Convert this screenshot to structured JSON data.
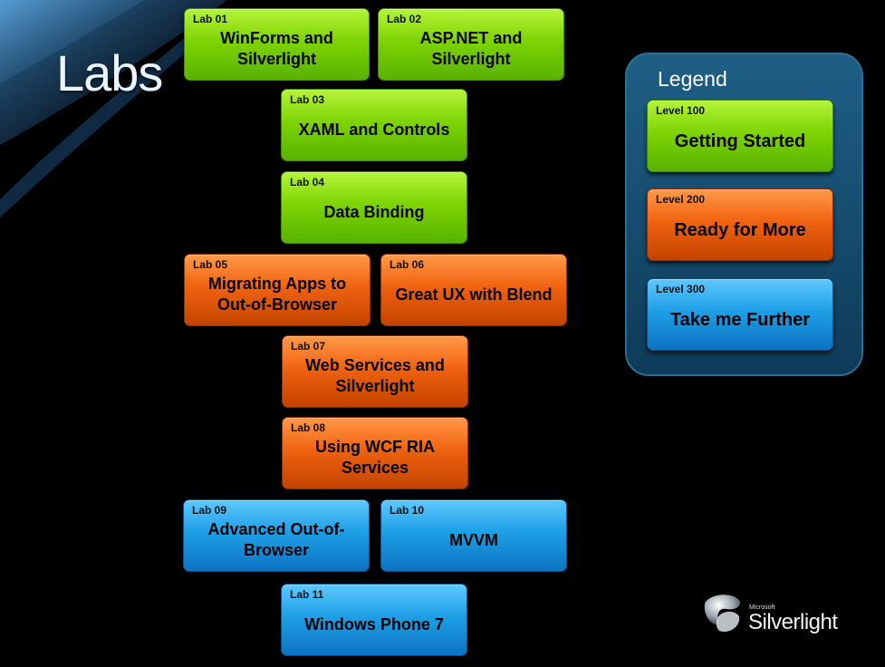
{
  "title": "Labs",
  "labs": [
    {
      "tag": "Lab 01",
      "name": "WinForms and Silverlight",
      "level": "100"
    },
    {
      "tag": "Lab 02",
      "name": "ASP.NET and Silverlight",
      "level": "100"
    },
    {
      "tag": "Lab 03",
      "name": "XAML and Controls",
      "level": "100"
    },
    {
      "tag": "Lab 04",
      "name": "Data Binding",
      "level": "100"
    },
    {
      "tag": "Lab 05",
      "name": "Migrating Apps to Out-of-Browser",
      "level": "200"
    },
    {
      "tag": "Lab 06",
      "name": "Great UX with Blend",
      "level": "200"
    },
    {
      "tag": "Lab 07",
      "name": "Web Services and Silverlight",
      "level": "200"
    },
    {
      "tag": "Lab 08",
      "name": "Using WCF RIA Services",
      "level": "200"
    },
    {
      "tag": "Lab 09",
      "name": "Advanced Out-of-Browser",
      "level": "300"
    },
    {
      "tag": "Lab 10",
      "name": "MVVM",
      "level": "300"
    },
    {
      "tag": "Lab 11",
      "name": "Windows Phone 7",
      "level": "300"
    }
  ],
  "legend": {
    "title": "Legend",
    "items": [
      {
        "tag": "Level 100",
        "name": "Getting Started",
        "color": "#7ed404"
      },
      {
        "tag": "Level 200",
        "name": "Ready for More",
        "color": "#f06310"
      },
      {
        "tag": "Level 300",
        "name": "Take me Further",
        "color": "#1e9fe6"
      }
    ]
  },
  "logo": {
    "vendor": "Microsoft",
    "product": "Silverlight"
  }
}
